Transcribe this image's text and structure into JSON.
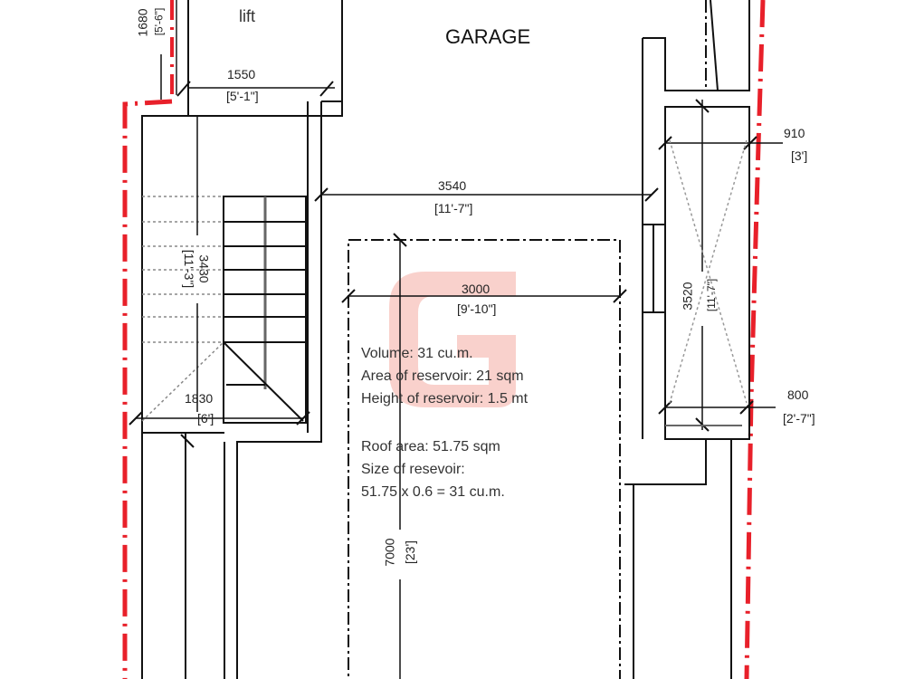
{
  "rooms": {
    "garage": "GARAGE",
    "lift": "lift"
  },
  "dimensions": {
    "d1680": {
      "mm": "1680",
      "ft": "[5'-6\"]"
    },
    "d1550": {
      "mm": "1550",
      "ft": "[5'-1\"]"
    },
    "d3540": {
      "mm": "3540",
      "ft": "[11'-7\"]"
    },
    "d3430": {
      "mm": "3430",
      "ft": "[11'-3\"]"
    },
    "d1830": {
      "mm": "1830",
      "ft": "[6']"
    },
    "d3000": {
      "mm": "3000",
      "ft": "[9'-10\"]"
    },
    "d7000": {
      "mm": "7000",
      "ft": "[23']"
    },
    "d3520": {
      "mm": "3520",
      "ft": "[11'-7\"]"
    },
    "d910": {
      "mm": "910",
      "ft": "[3']"
    },
    "d800": {
      "mm": "800",
      "ft": "[2'-7\"]"
    }
  },
  "reservoir_notes": [
    "Volume: 31 cu.m.",
    "Area of reservoir: 21 sqm",
    "Height of reservoir: 1.5 mt",
    "Roof area: 51.75 sqm",
    "Size of resevoir:",
    "51.75 x 0.6 = 31 cu.m."
  ],
  "colors": {
    "boundary": "#e8202a",
    "line": "#111111",
    "watermark": "#f7c6bf"
  }
}
